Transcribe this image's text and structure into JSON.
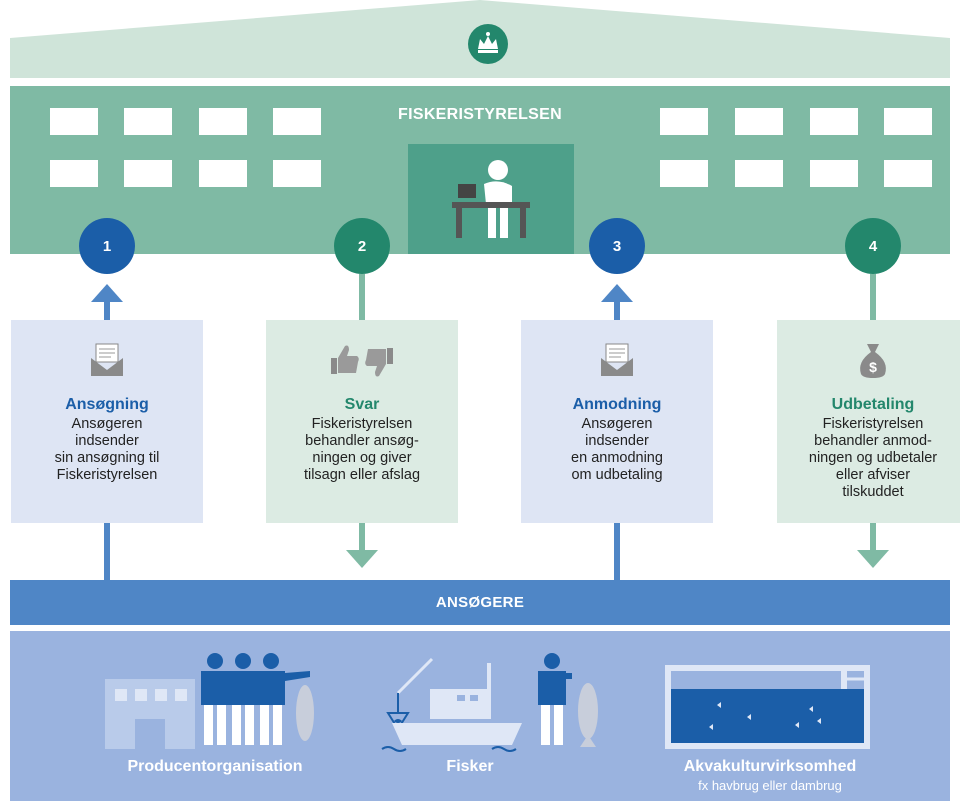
{
  "building": {
    "title": "FISKERISTYRELSEN",
    "logo": "crown-logo-icon"
  },
  "steps": [
    {
      "number": "1",
      "heading": "Ansøgning",
      "text": "Ansøgeren\nindsender\nsin ansøgning til\nFiskeristyrelsen",
      "icon": "letter-icon",
      "color": "#1b5ea8"
    },
    {
      "number": "2",
      "heading": "Svar",
      "text": "Fiskeristyrelsen\nbehandler ansøg-\nningen og giver\ntilsagn eller afslag",
      "icon": "thumbs-up-down-icon",
      "color": "#23876c"
    },
    {
      "number": "3",
      "heading": "Anmodning",
      "text": "Ansøgeren\nindsender\nen anmodning\nom udbetaling",
      "icon": "letter-icon",
      "color": "#1b5ea8"
    },
    {
      "number": "4",
      "heading": "Udbetaling",
      "text": "Fiskeristyrelsen\nbehandler anmod-\nningen og udbetaler\neller afviser\ntilskuddet",
      "icon": "money-bag-icon",
      "color": "#23876c"
    }
  ],
  "applicants": {
    "band_label": "ANSØGERE",
    "groups": [
      {
        "label": "Producentorganisation",
        "sub": ""
      },
      {
        "label": "Fisker",
        "sub": ""
      },
      {
        "label": "Akvakulturvirksomhed",
        "sub": "fx havbrug eller dambrug"
      }
    ]
  }
}
